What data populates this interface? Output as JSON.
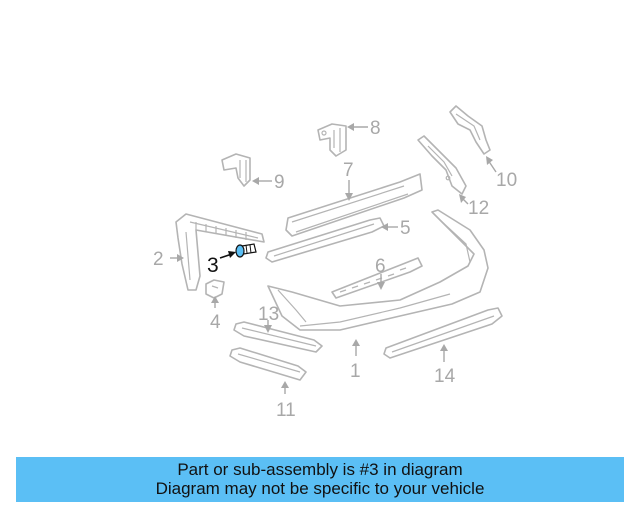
{
  "diagram": {
    "callouts": {
      "c1": "1",
      "c2": "2",
      "c3": "3",
      "c4": "4",
      "c5": "5",
      "c6": "6",
      "c7": "7",
      "c8": "8",
      "c9": "9",
      "c10": "10",
      "c11": "11",
      "c12": "12",
      "c13": "13",
      "c14": "14"
    },
    "highlight_color": "#5bbff5"
  },
  "banner": {
    "line1": "Part or sub-assembly is #3 in diagram",
    "line2": "Diagram may not be specific to your vehicle",
    "background": "#5bbff5"
  }
}
